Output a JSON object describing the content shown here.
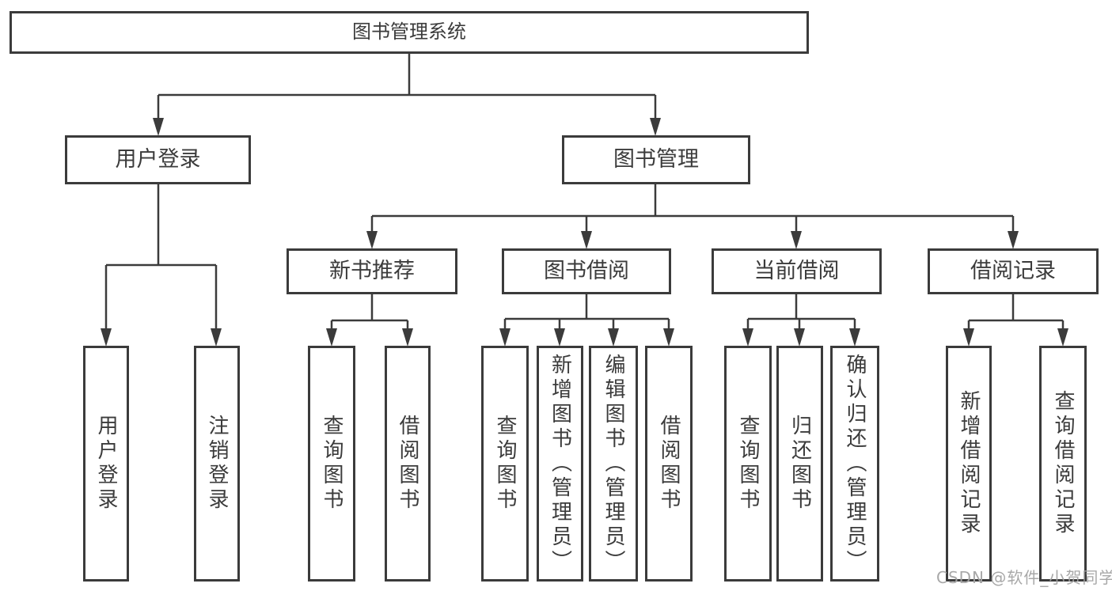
{
  "page": {
    "background": "#ffffff"
  },
  "colors": {
    "line": "#3b3b3b",
    "text": "#3b3b3b",
    "box_fill": "#ffffff",
    "watermark": "#a3a3a3"
  },
  "watermark": {
    "text": "CSDN @软件_小贺同学"
  },
  "diagram": {
    "type": "tree",
    "root": {
      "label": "图书管理系统"
    },
    "level2": [
      {
        "label": "用户登录",
        "children": [
          "用户登录",
          "注销登录"
        ]
      },
      {
        "label": "图书管理"
      }
    ],
    "level3": [
      {
        "label": "新书推荐",
        "children": [
          "查询图书",
          "借阅图书"
        ]
      },
      {
        "label": "图书借阅",
        "children": [
          "查询图书",
          "新增图书（管理员）",
          "编辑图书（管理员）",
          "借阅图书"
        ]
      },
      {
        "label": "当前借阅",
        "children": [
          "查询图书",
          "归还图书",
          "确认归还（管理员）"
        ]
      },
      {
        "label": "借阅记录",
        "children": [
          "新增借阅记录",
          "查询借阅记录"
        ]
      }
    ]
  }
}
